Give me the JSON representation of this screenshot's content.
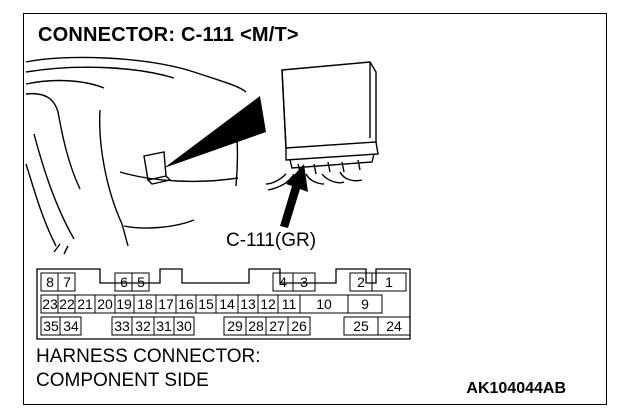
{
  "title": "CONNECTOR: C-111 <M/T>",
  "callout_label": "C-111(GR)",
  "caption_line1": "HARNESS CONNECTOR:",
  "caption_line2": "COMPONENT SIDE",
  "figure_code": "AK104044AB",
  "pins": {
    "row1": [
      "8",
      "7",
      "6",
      "5",
      "4",
      "3",
      "2",
      "1"
    ],
    "row2": [
      "23",
      "22",
      "21",
      "20",
      "19",
      "18",
      "17",
      "16",
      "15",
      "14",
      "13",
      "12",
      "11",
      "10",
      "9"
    ],
    "row3": [
      "35",
      "34",
      "33",
      "32",
      "31",
      "30",
      "29",
      "28",
      "27",
      "26",
      "25",
      "24"
    ]
  }
}
